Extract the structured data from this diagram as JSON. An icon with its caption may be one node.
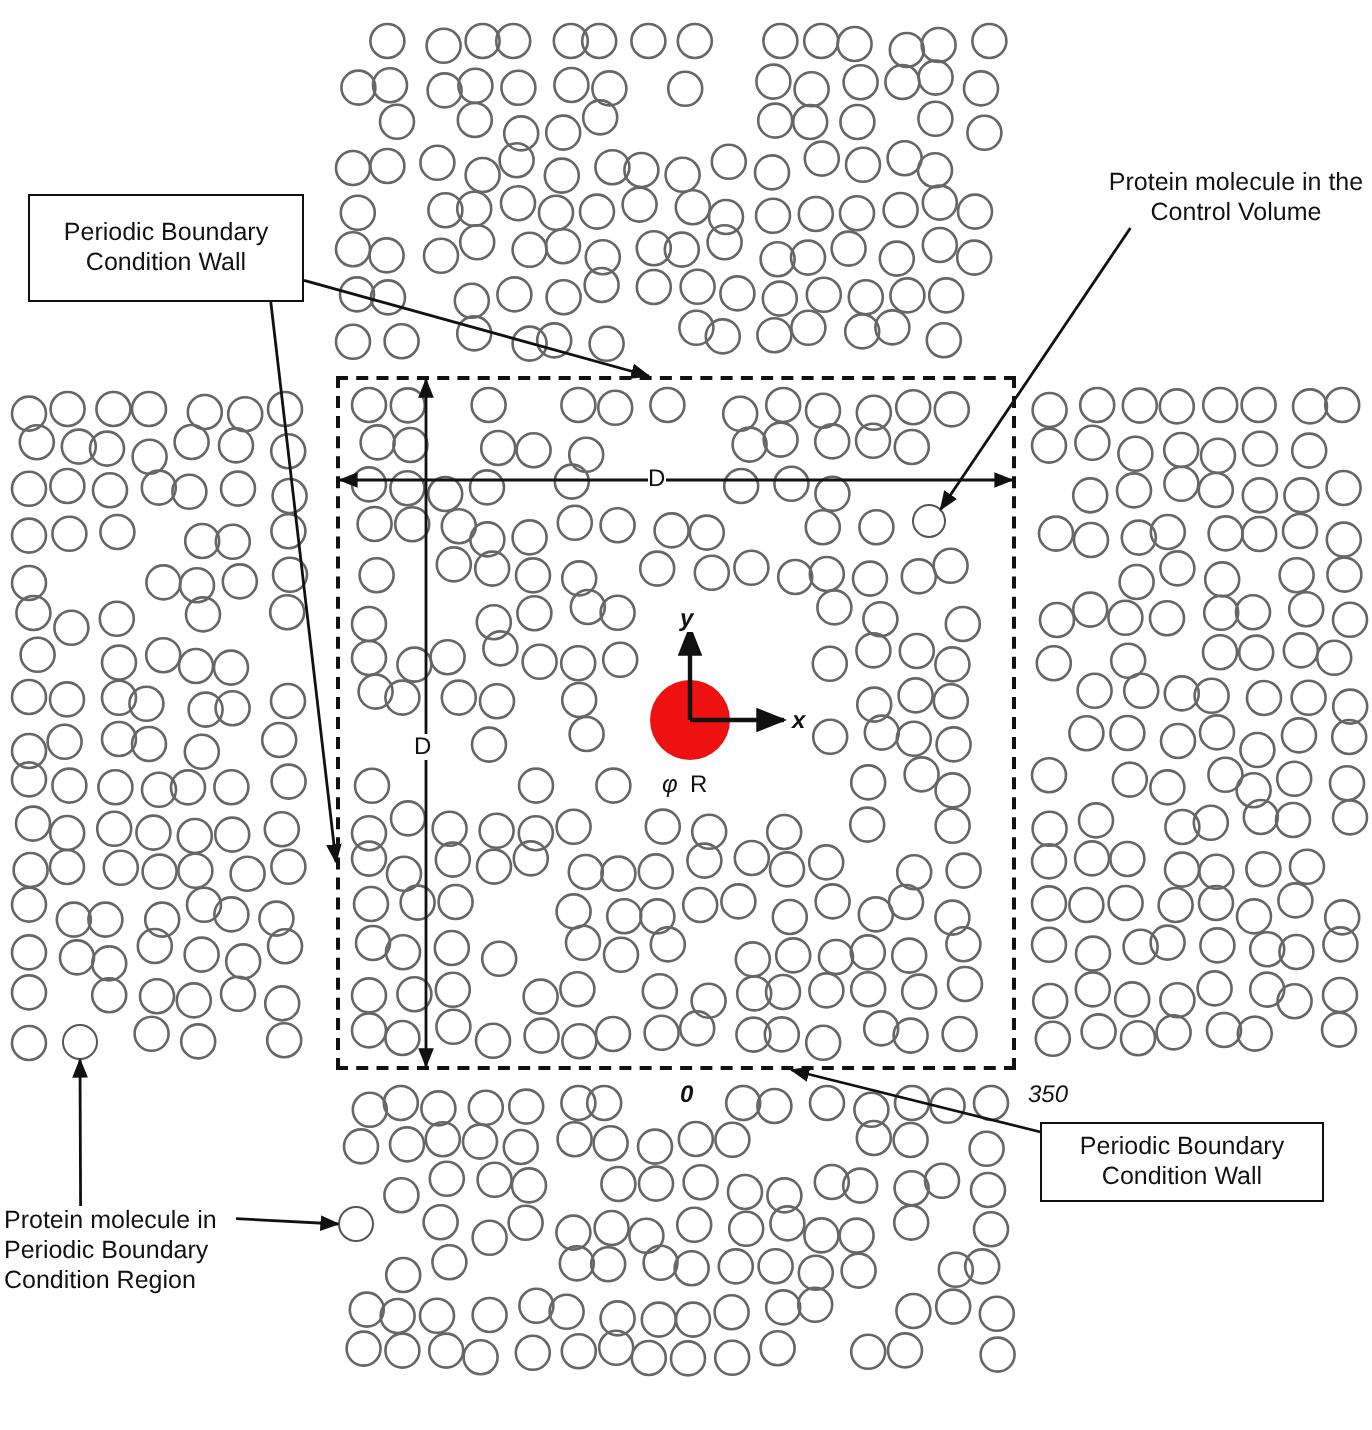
{
  "diagram": {
    "nodes": [
      {
        "text": [
          "Periodic Boundary Condition Wall"
        ]
      },
      {
        "text": [],
        "shape": "box"
      },
      {
        "text": [
          "Protein molecule in the Control Volume"
        ]
      },
      {
        "text": [],
        "shape": "circle",
        "in": 1
      },
      {
        "text": [
          "Periodic Boundary Condition Wall"
        ]
      },
      {
        "text": [
          "Protein molecule in Periodic Boundary Condition Region"
        ]
      },
      {
        "text": [],
        "shape": "circle"
      },
      {
        "text": [],
        "shape": "circle"
      }
    ],
    "edges": [
      {
        "from": 0,
        "to": 1,
        "arrow": "to"
      },
      {
        "from": 0,
        "to": 1,
        "arrow": "to"
      },
      {
        "from": 2,
        "to": 3,
        "arrow": "to"
      },
      {
        "from": 4,
        "to": 1,
        "arrow": "to"
      },
      {
        "from": 5,
        "to": 6,
        "arrow": "to"
      },
      {
        "from": 5,
        "to": 7,
        "arrow": "to"
      }
    ],
    "labels": [
      "D",
      "y",
      "x",
      "D",
      "φ",
      "R",
      "0",
      "350"
    ]
  }
}
